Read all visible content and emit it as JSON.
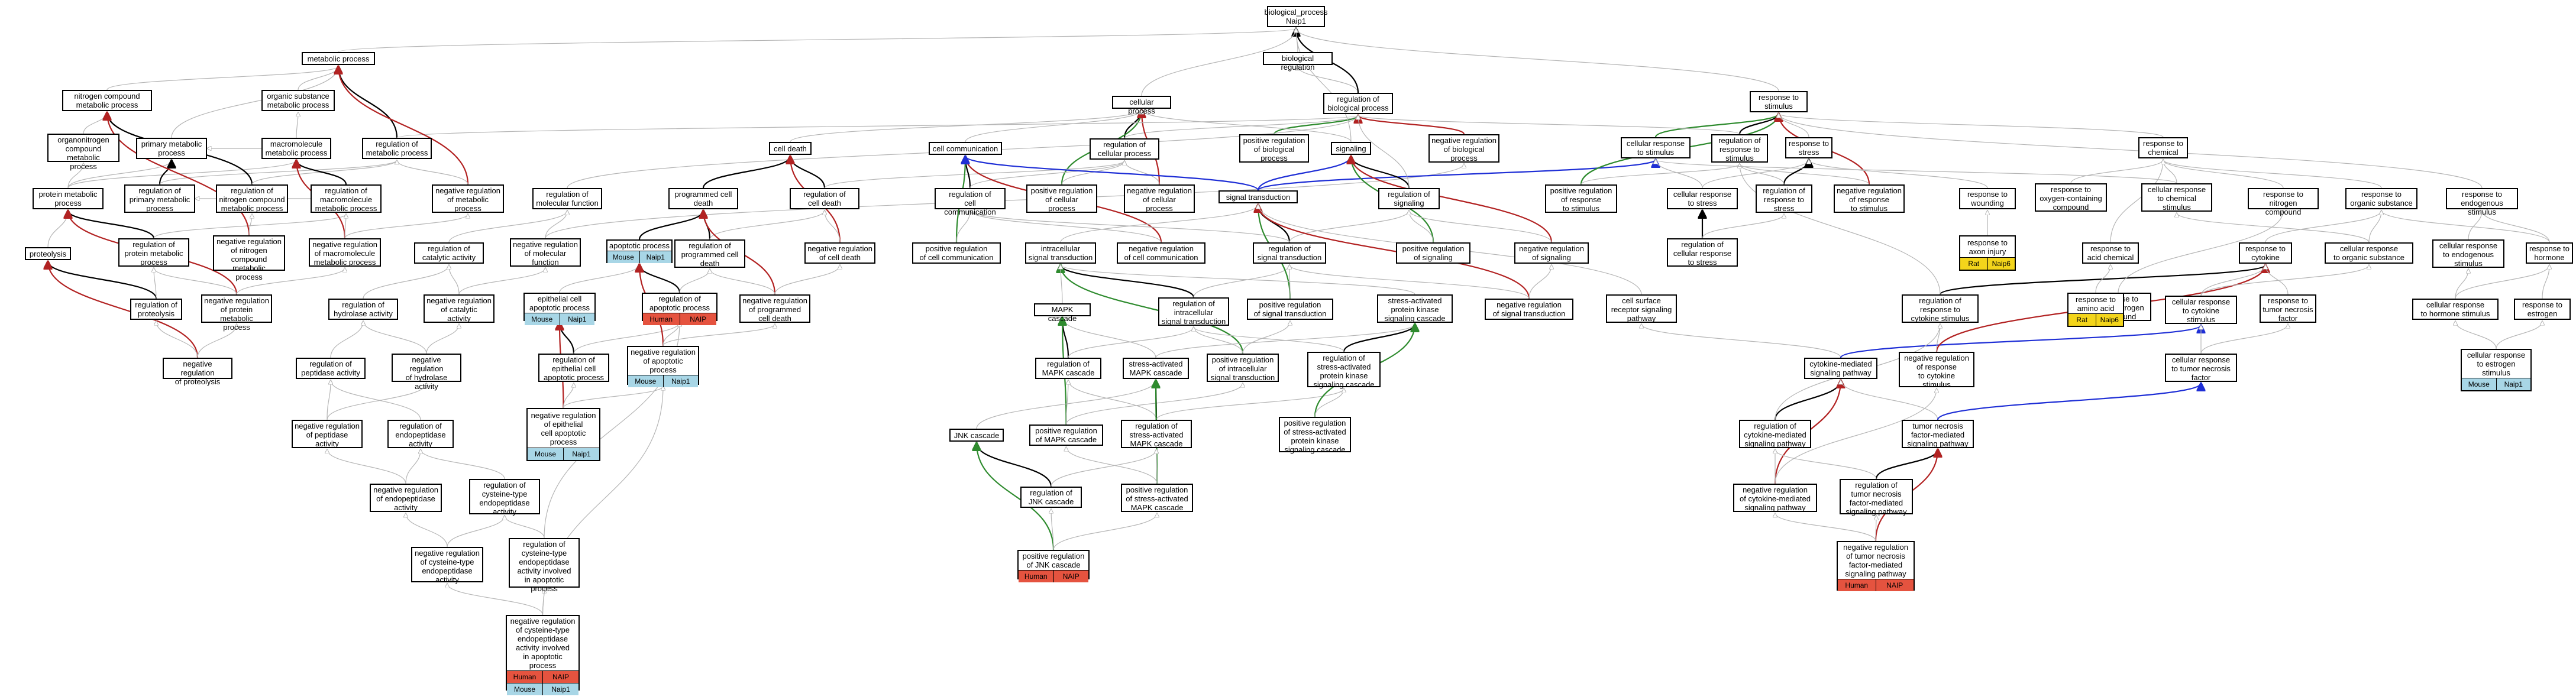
{
  "colors": {
    "edge": "#b5b5b5",
    "green": "#2e8b2e",
    "red": "#b22222",
    "blue": "#1f2fd6",
    "black": "#000000",
    "human": "#e5533f",
    "mouse": "#a8d6e6",
    "rat": "#f3d51b"
  },
  "nodes": [
    {
      "id": "bp",
      "label": "biological_process\nNaip1"
    },
    {
      "id": "breg",
      "label": "biological regulation"
    },
    {
      "id": "regbp",
      "label": "regulation of\nbiological process"
    },
    {
      "id": "pregbp",
      "label": "positive regulation\nof biological\nprocess"
    },
    {
      "id": "nregbp",
      "label": "negative regulation\nof biological\nprocess"
    },
    {
      "id": "cellproc",
      "label": "cellular process"
    },
    {
      "id": "regcellproc",
      "label": "regulation of\ncellular process"
    },
    {
      "id": "pregcellproc",
      "label": "positive regulation\nof cellular\nprocess"
    },
    {
      "id": "nregcellproc",
      "label": "negative regulation\nof cellular\nprocess"
    },
    {
      "id": "resp",
      "label": "response to\nstimulus"
    },
    {
      "id": "metab",
      "label": "metabolic process"
    },
    {
      "id": "nitro",
      "label": "nitrogen compound\nmetabolic process"
    },
    {
      "id": "orgsub",
      "label": "organic substance\nmetabolic process"
    },
    {
      "id": "orgnitro",
      "label": "organonitrogen\ncompound metabolic\nprocess"
    },
    {
      "id": "primary",
      "label": "primary metabolic\nprocess"
    },
    {
      "id": "macro",
      "label": "macromolecule\nmetabolic process"
    },
    {
      "id": "regmetab",
      "label": "regulation of\nmetabolic process"
    },
    {
      "id": "protmetab",
      "label": "protein metabolic\nprocess"
    },
    {
      "id": "regprim",
      "label": "regulation of\nprimary metabolic\nprocess"
    },
    {
      "id": "regnitro",
      "label": "regulation of\nnitrogen compound\nmetabolic process"
    },
    {
      "id": "regmacro",
      "label": "regulation of\nmacromolecule\nmetabolic process"
    },
    {
      "id": "nregmetab",
      "label": "negative regulation\nof metabolic\nprocess"
    },
    {
      "id": "proteolysis",
      "label": "proteolysis"
    },
    {
      "id": "regprotmetab",
      "label": "regulation of\nprotein metabolic\nprocess"
    },
    {
      "id": "nregnitro",
      "label": "negative regulation\nof nitrogen\ncompound metabolic\nprocess"
    },
    {
      "id": "nregmacro",
      "label": "negative regulation\nof macromolecule\nmetabolic process"
    },
    {
      "id": "regproteolysis",
      "label": "regulation of\nproteolysis"
    },
    {
      "id": "nregprotmetab",
      "label": "negative regulation\nof protein metabolic\nprocess"
    },
    {
      "id": "nregproteolysis",
      "label": "negative regulation\nof proteolysis"
    },
    {
      "id": "regmolfunc",
      "label": "regulation of\nmolecular function"
    },
    {
      "id": "regcatalytic",
      "label": "regulation of\ncatalytic activity"
    },
    {
      "id": "nregmolfunc",
      "label": "negative regulation\nof molecular\nfunction"
    },
    {
      "id": "reghydrolase",
      "label": "regulation of\nhydrolase activity"
    },
    {
      "id": "nregcatalytic",
      "label": "negative regulation\nof catalytic\nactivity"
    },
    {
      "id": "regpeptidase",
      "label": "regulation of\npeptidase activity"
    },
    {
      "id": "nreghydrolase",
      "label": "negative regulation\nof hydrolase\nactivity"
    },
    {
      "id": "nregpeptidase",
      "label": "negative regulation\nof peptidase\nactivity"
    },
    {
      "id": "regendopeptidase",
      "label": "regulation of\nendopeptidase\nactivity"
    },
    {
      "id": "nregendopeptidase",
      "label": "negative regulation\nof endopeptidase\nactivity"
    },
    {
      "id": "regcysteine",
      "label": "regulation of\ncysteine-type\nendopeptidase\nactivity"
    },
    {
      "id": "nregcysteine",
      "label": "negative regulation\nof cysteine-type\nendopeptidase\nactivity"
    },
    {
      "id": "regcysapop",
      "label": "regulation of\ncysteine-type\nendopeptidase\nactivity involved\nin apoptotic\nprocess"
    },
    {
      "id": "nregcysapop",
      "label": "negative regulation\nof cysteine-type\nendopeptidase\nactivity involved\nin apoptotic\nprocess",
      "badges": [
        {
          "style": "human",
          "cells": [
            "Human",
            "NAIP"
          ]
        },
        {
          "style": "mouse",
          "cells": [
            "Mouse",
            "Naip1"
          ]
        }
      ]
    },
    {
      "id": "epiapop",
      "label": "epithelial cell\napoptotic process",
      "badges": [
        {
          "style": "mouse",
          "cells": [
            "Mouse",
            "Naip1"
          ]
        }
      ]
    },
    {
      "id": "regepiapop",
      "label": "regulation of\nepithelial cell\napoptotic process"
    },
    {
      "id": "nregepiapop",
      "label": "negative regulation\nof epithelial\ncell apoptotic\nprocess",
      "badges": [
        {
          "style": "mouse",
          "cells": [
            "Mouse",
            "Naip1"
          ]
        }
      ]
    },
    {
      "id": "celldeath",
      "label": "cell death"
    },
    {
      "id": "pcd",
      "label": "programmed cell\ndeath"
    },
    {
      "id": "apop",
      "label": "apoptotic process",
      "badges": [
        {
          "style": "mouse",
          "cells": [
            "Mouse",
            "Naip1"
          ]
        }
      ]
    },
    {
      "id": "regcelldeath",
      "label": "regulation of\ncell death"
    },
    {
      "id": "regpcd",
      "label": "regulation of\nprogrammed cell\ndeath"
    },
    {
      "id": "nregcelldeath",
      "label": "negative regulation\nof cell death"
    },
    {
      "id": "regapop",
      "label": "regulation of\napoptotic process",
      "badges": [
        {
          "style": "human",
          "cells": [
            "Human",
            "NAIP"
          ]
        }
      ]
    },
    {
      "id": "nregpcd",
      "label": "negative regulation\nof programmed\ncell death"
    },
    {
      "id": "nregapop",
      "label": "negative regulation\nof apoptotic\nprocess",
      "badges": [
        {
          "style": "mouse",
          "cells": [
            "Mouse",
            "Naip1"
          ]
        }
      ]
    },
    {
      "id": "cellcomm",
      "label": "cell communication"
    },
    {
      "id": "regcellcomm",
      "label": "regulation of\ncell communication"
    },
    {
      "id": "pregcellcomm",
      "label": "positive regulation\nof cell communication"
    },
    {
      "id": "nregcellcomm",
      "label": "negative regulation\nof cell communication"
    },
    {
      "id": "intrasig",
      "label": "intracellular\nsignal transduction"
    },
    {
      "id": "regintrasig",
      "label": "regulation of\nintracellular\nsignal transduction"
    },
    {
      "id": "pregintrasig",
      "label": "positive regulation\nof intracellular\nsignal transduction"
    },
    {
      "id": "mapk",
      "label": "MAPK cascade"
    },
    {
      "id": "regmapk",
      "label": "regulation of\nMAPK cascade"
    },
    {
      "id": "samapk",
      "label": "stress-activated\nMAPK cascade"
    },
    {
      "id": "pregmapk",
      "label": "positive regulation\nof MAPK cascade"
    },
    {
      "id": "regsamapk",
      "label": "regulation of\nstress-activated\nMAPK cascade"
    },
    {
      "id": "jnk",
      "label": "JNK cascade"
    },
    {
      "id": "regjnk",
      "label": "regulation of\nJNK cascade"
    },
    {
      "id": "pregsamapk",
      "label": "positive regulation\nof stress-activated\nMAPK cascade"
    },
    {
      "id": "pregjnk",
      "label": "positive regulation\nof JNK cascade",
      "badges": [
        {
          "style": "human",
          "cells": [
            "Human",
            "NAIP"
          ]
        }
      ]
    },
    {
      "id": "signaling",
      "label": "signaling"
    },
    {
      "id": "sigtrans",
      "label": "signal transduction"
    },
    {
      "id": "regsig",
      "label": "regulation of\nsignaling"
    },
    {
      "id": "regsigtrans",
      "label": "regulation of\nsignal transduction"
    },
    {
      "id": "pregsig",
      "label": "positive regulation\nof signaling"
    },
    {
      "id": "nregsig",
      "label": "negative regulation\nof signaling"
    },
    {
      "id": "pregsigtrans",
      "label": "positive regulation\nof signal transduction"
    },
    {
      "id": "nregsigtrans",
      "label": "negative regulation\nof signal transduction"
    },
    {
      "id": "sapk",
      "label": "stress-activated\nprotein kinase\nsignaling cascade"
    },
    {
      "id": "regsapk",
      "label": "regulation of\nstress-activated\nprotein kinase\nsignaling cascade"
    },
    {
      "id": "pregsapk",
      "label": "positive regulation\nof stress-activated\nprotein kinase\nsignaling cascade"
    },
    {
      "id": "cellresp",
      "label": "cellular response\nto stimulus"
    },
    {
      "id": "regresp",
      "label": "regulation of\nresponse to\nstimulus"
    },
    {
      "id": "pregresp",
      "label": "positive regulation\nof response\nto stimulus"
    },
    {
      "id": "nregresp",
      "label": "negative regulation\nof response\nto stimulus"
    },
    {
      "id": "respstress",
      "label": "response to\nstress"
    },
    {
      "id": "cellrespstress",
      "label": "cellular response\nto stress"
    },
    {
      "id": "regrespstress",
      "label": "regulation of\nresponse to\nstress"
    },
    {
      "id": "regcellrespstress",
      "label": "regulation of\ncellular response\nto stress"
    },
    {
      "id": "cellsurf",
      "label": "cell surface\nreceptor signaling\npathway"
    },
    {
      "id": "regrespcyto",
      "label": "regulation of\nresponse to\ncytokine stimulus"
    },
    {
      "id": "cytosig",
      "label": "cytokine-mediated\nsignaling pathway"
    },
    {
      "id": "nregrespcyto",
      "label": "negative regulation\nof response\nto cytokine\nstimulus"
    },
    {
      "id": "regcytosig",
      "label": "regulation of\ncytokine-mediated\nsignaling pathway"
    },
    {
      "id": "nregcytosig",
      "label": "negative regulation\nof cytokine-mediated\nsignaling pathway"
    },
    {
      "id": "tnfsig",
      "label": "tumor necrosis\nfactor-mediated\nsignaling pathway"
    },
    {
      "id": "regtnfsig",
      "label": "regulation of\ntumor necrosis\nfactor-mediated\nsignaling pathway"
    },
    {
      "id": "nregtnfsig",
      "label": "negative regulation\nof tumor necrosis\nfactor-mediated\nsignaling pathway",
      "badges": [
        {
          "style": "human",
          "cells": [
            "Human",
            "NAIP"
          ]
        }
      ]
    },
    {
      "id": "respchem",
      "label": "response to\nchemical"
    },
    {
      "id": "respwound",
      "label": "response to\nwounding"
    },
    {
      "id": "respoxy",
      "label": "response to\noxygen-containing\ncompound"
    },
    {
      "id": "cellrespchem",
      "label": "cellular response\nto chemical\nstimulus"
    },
    {
      "id": "respnitro",
      "label": "response to\nnitrogen compound"
    },
    {
      "id": "resporgsub",
      "label": "response to\norganic substance"
    },
    {
      "id": "respendo",
      "label": "response to\nendogenous stimulus"
    },
    {
      "id": "respaxon",
      "label": "response to\naxon injury",
      "badges": [
        {
          "style": "rat",
          "cells": [
            "Rat",
            "Naip6"
          ]
        }
      ]
    },
    {
      "id": "respacid",
      "label": "response to\nacid chemical"
    },
    {
      "id": "resporgnitro",
      "label": "response to\norganonitrogen\ncompound"
    },
    {
      "id": "respcyto",
      "label": "response to\ncytokine"
    },
    {
      "id": "cellresporgsub",
      "label": "cellular response\nto organic substance"
    },
    {
      "id": "cellrespendo",
      "label": "cellular response\nto endogenous\nstimulus"
    },
    {
      "id": "resphorm",
      "label": "response to\nhormone"
    },
    {
      "id": "respamino",
      "label": "response to\namino acid",
      "badges": [
        {
          "style": "rat",
          "cells": [
            "Rat",
            "Naip6"
          ]
        }
      ]
    },
    {
      "id": "cellrespcyto",
      "label": "cellular response\nto cytokine\nstimulus"
    },
    {
      "id": "resptnf",
      "label": "response to\ntumor necrosis\nfactor"
    },
    {
      "id": "cellresphorm",
      "label": "cellular response\nto hormone stimulus"
    },
    {
      "id": "respestro",
      "label": "response to\nestrogen"
    },
    {
      "id": "cellresptnf",
      "label": "cellular response\nto tumor necrosis\nfactor"
    },
    {
      "id": "cellrespestro",
      "label": "cellular response\nto estrogen\nstimulus",
      "badges": [
        {
          "style": "mouse",
          "cells": [
            "Mouse",
            "Naip1"
          ]
        }
      ]
    }
  ]
}
